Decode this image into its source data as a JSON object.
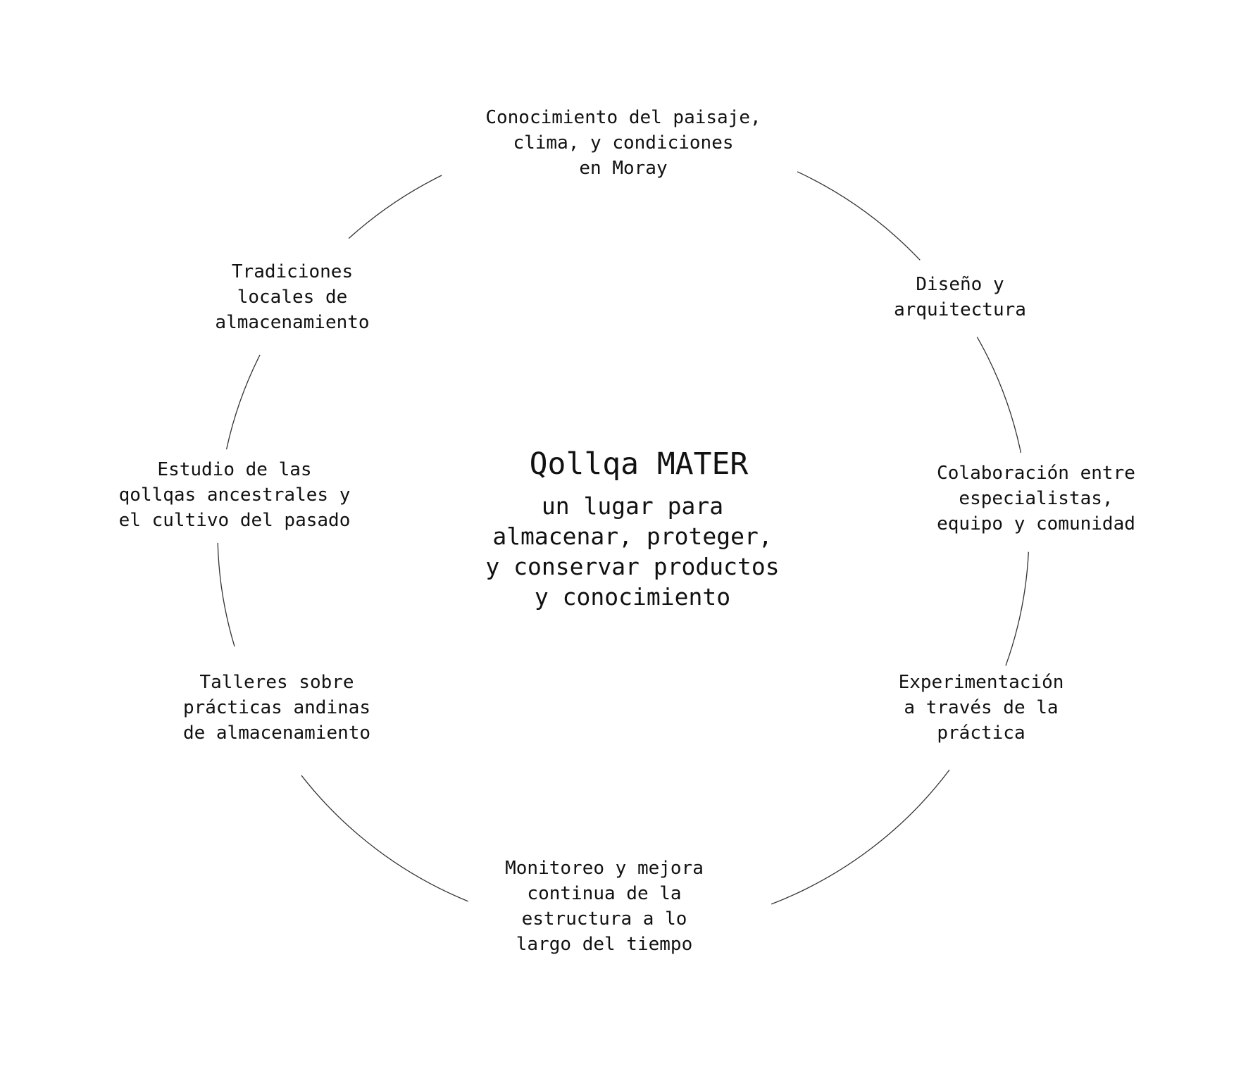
{
  "center": {
    "title": "Qollqa MATER",
    "subtitle_lines": [
      "un lugar para",
      "almacenar, proteger,",
      "y conservar productos",
      "y conocimiento"
    ]
  },
  "cycle_items": [
    {
      "id": "conocimiento-paisaje",
      "lines": [
        "Conocimiento del paisaje,",
        "clima, y condiciones",
        "en Moray"
      ]
    },
    {
      "id": "diseno-arquitectura",
      "lines": [
        "Diseño y",
        "arquitectura"
      ]
    },
    {
      "id": "colaboracion",
      "lines": [
        "Colaboración entre",
        "especialistas,",
        "equipo y comunidad"
      ]
    },
    {
      "id": "experimentacion",
      "lines": [
        "Experimentación",
        "a través de la",
        "práctica"
      ]
    },
    {
      "id": "monitoreo",
      "lines": [
        "Monitoreo y mejora",
        "continua de la",
        "estructura a lo",
        "largo del tiempo"
      ]
    },
    {
      "id": "talleres",
      "lines": [
        "Talleres sobre",
        "prácticas andinas",
        "de almacenamiento"
      ]
    },
    {
      "id": "estudio-qollqas",
      "lines": [
        "Estudio de las",
        "qollqas ancestrales y",
        "el cultivo del pasado"
      ]
    },
    {
      "id": "tradiciones",
      "lines": [
        "Tradiciones",
        "locales de",
        "almacenamiento"
      ]
    }
  ],
  "colors": {
    "line": "#333333",
    "text": "#111111",
    "background": "#ffffff"
  }
}
